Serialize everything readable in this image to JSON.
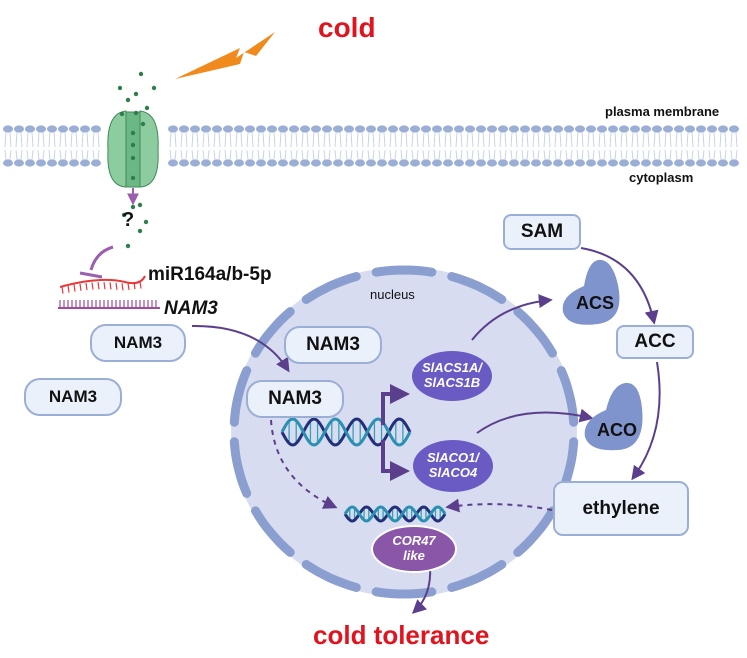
{
  "title": "cold",
  "outcome": "cold tolerance",
  "membrane": {
    "outer_label": "plasma membrane",
    "inner_label": "cytoplasm"
  },
  "unknown_signal": "?",
  "mirna": {
    "label": "miR164a/b-5p",
    "target": "NAM3"
  },
  "cytoplasm_proteins": [
    "NAM3",
    "NAM3"
  ],
  "nucleus": {
    "label": "nucleus",
    "proteins": [
      "NAM3",
      "NAM3"
    ],
    "genes": [
      {
        "line1": "SlACS1A/",
        "line2": "SlACS1B"
      },
      {
        "line1": "SlACO1/",
        "line2": "SlACO4"
      },
      {
        "line1": "COR47",
        "line2": "like"
      }
    ]
  },
  "ethylene_pathway": {
    "substrate": "SAM",
    "enzyme1": "ACS",
    "intermediate": "ACC",
    "enzyme2": "ACO",
    "product": "ethylene"
  },
  "colors": {
    "title_red": "#e0141e",
    "lightning_orange": "#f08a1c",
    "channel_green": "#8ccc9e",
    "molecule_green": "#2e7d4c",
    "membrane_blue": "#9aaed6",
    "nucleus_fill": "#d8dcf0",
    "nucleus_envelope": "#8a9fd0",
    "arrow_purple": "#5b3f8c",
    "inhibit_purple": "#9b5fb0",
    "gene_blue_purple": "#6a5bc4",
    "gene_purple": "#8a56a8",
    "mirna_red": "#e8383a",
    "mrna_purple": "#a04c9c",
    "box_fill": "#eaf1fb",
    "box_border": "#9bafd6",
    "enzyme_blue": "#7f93cc"
  }
}
